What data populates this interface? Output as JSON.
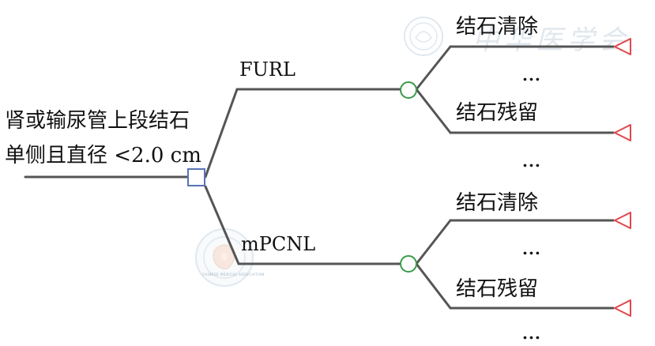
{
  "root": {
    "line1": "肾或输尿管上段结石",
    "line2": "单侧且直径 <2.0 cm"
  },
  "strategies": [
    {
      "label": "FURL",
      "outcomes": [
        {
          "label": "结石清除",
          "more": "..."
        },
        {
          "label": "结石残留",
          "more": "..."
        }
      ]
    },
    {
      "label": "mPCNL",
      "outcomes": [
        {
          "label": "结石清除",
          "more": "..."
        },
        {
          "label": "结石残留",
          "more": "..."
        }
      ]
    }
  ],
  "watermark": {
    "text": "中华医学会",
    "seal_text": "CHINESE MEDICAL ASSOCIATION"
  },
  "colors": {
    "line": "#555555",
    "decision_node": "#5a73b5",
    "chance_node": "#3a9a4a",
    "terminal_node": "#e0474c",
    "watermark": "#c8d6e2"
  },
  "node_types": {
    "decision": "square",
    "chance": "circle",
    "terminal": "triangle"
  }
}
